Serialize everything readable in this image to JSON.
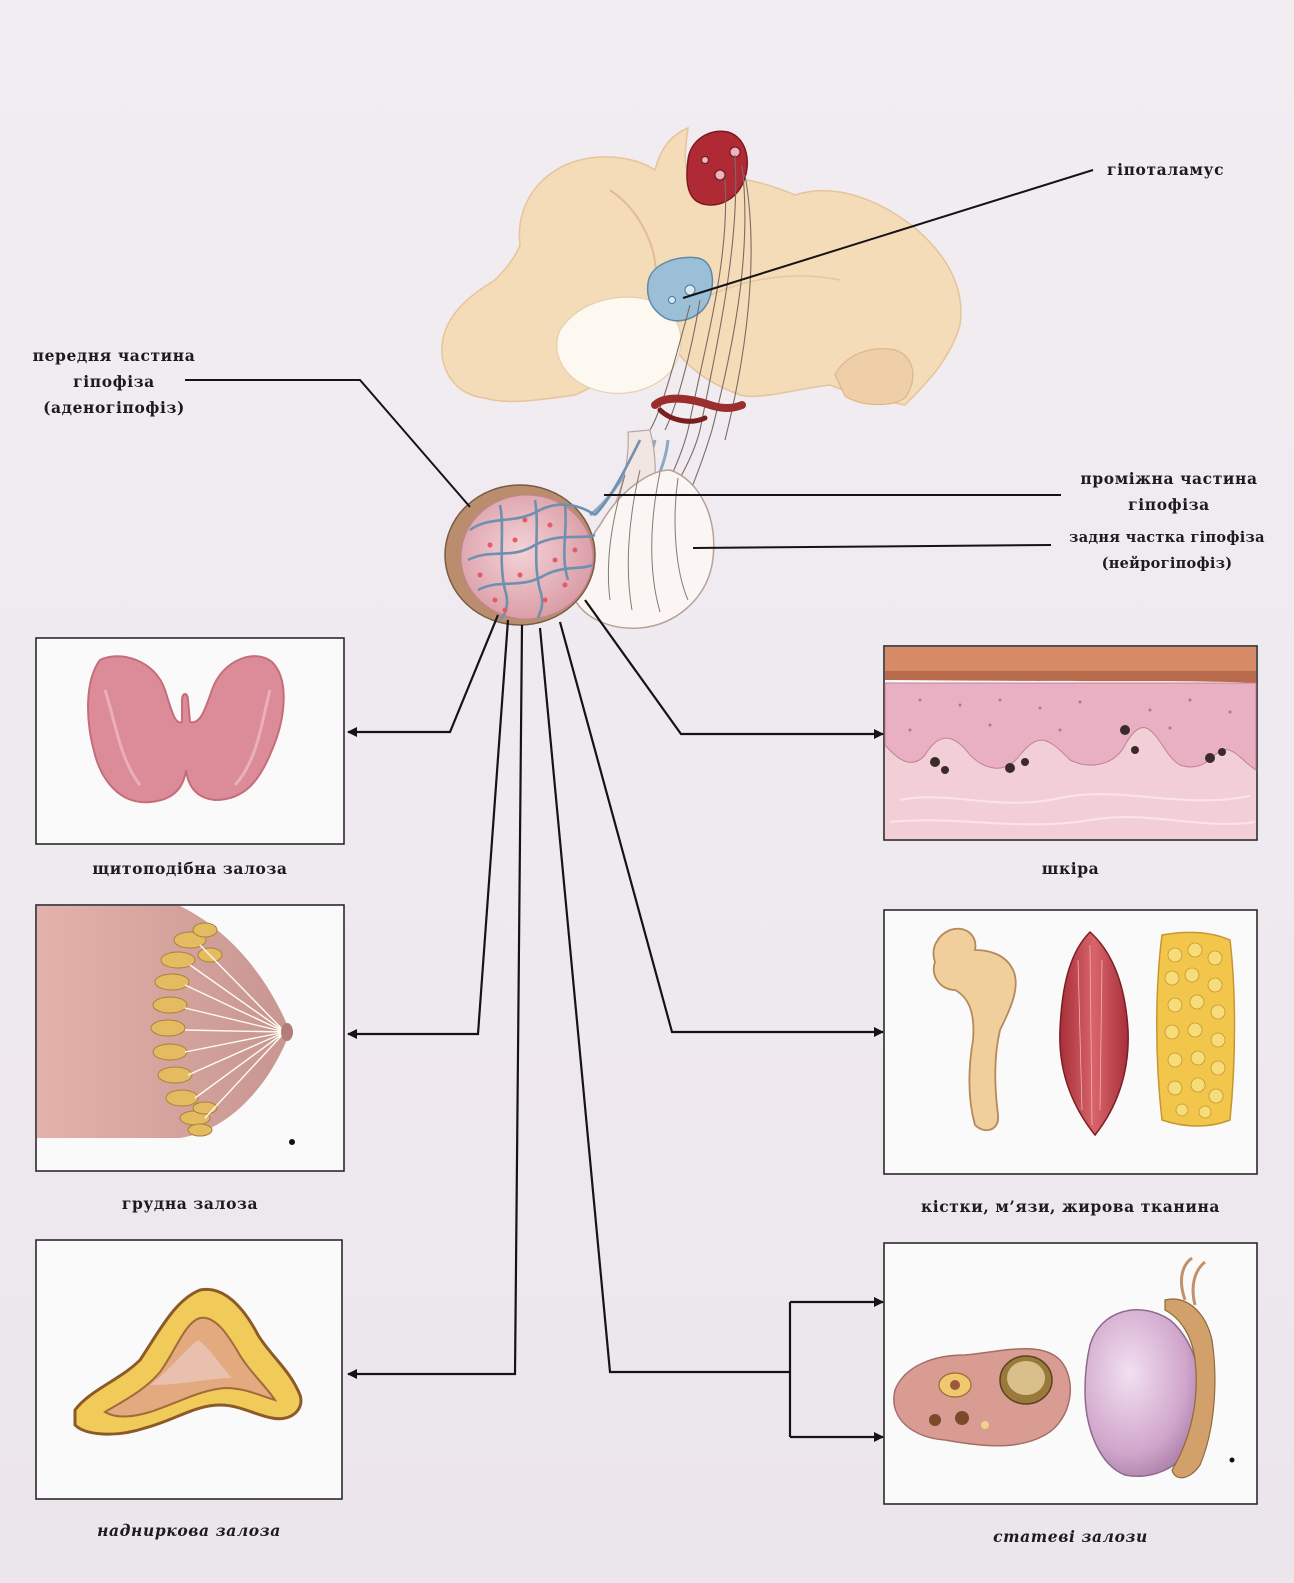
{
  "labels": {
    "hypothalamus": "гіпоталамус",
    "anterior_line1": "передня частина",
    "anterior_line2": "гіпофіза",
    "anterior_line3": "(аденогіпофіз)",
    "intermediate_line1": "проміжна частина",
    "intermediate_line2": "гіпофіза",
    "posterior_line1": "задня частка гіпофіза",
    "posterior_line2": "(нейрогіпофіз)"
  },
  "targets": {
    "thyroid": "щитоподібна залоза",
    "mammary": "грудна залоза",
    "adrenal": "надниркова залоза",
    "skin": "шкіра",
    "tissues": "кістки, м’язи, жирова тканина",
    "gonads": "статеві залози"
  },
  "colors": {
    "line": "#141414",
    "brain": "#f4dcb8",
    "hypothalamus_nucleus": "#b02a35",
    "median_nucleus": "#9bbfd6",
    "anterior_lobe": "#e9bcc2",
    "posterior_lobe": "#fbf5f3",
    "thyroid": "#dc8c98",
    "skin": "#eab7c4",
    "muscle": "#c9474f",
    "fat": "#f2c64a",
    "adrenal": "#f0cb5a"
  }
}
